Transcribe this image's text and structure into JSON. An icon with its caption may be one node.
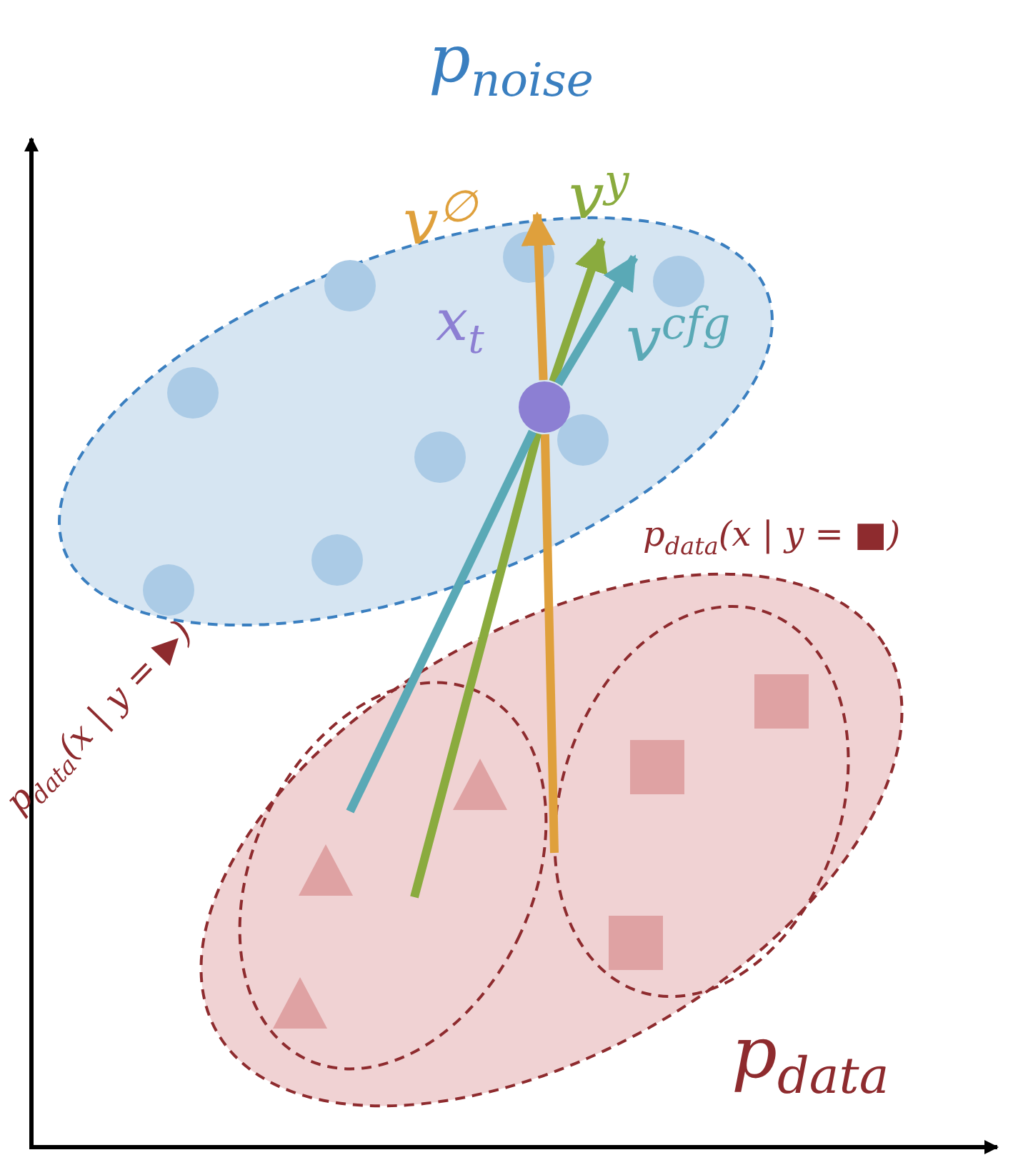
{
  "diagram": {
    "nodes": [
      {
        "text": [
          "p$_{noise}$"
        ]
      },
      {
        "text": [
          "x$_{t}$"
        ],
        "in": 0
      },
      {
        "text": [
          "p$_{data}$"
        ]
      },
      {
        "text": [
          "p$_{data}$(x | y = ■)"
        ],
        "in": 2
      },
      {
        "text": [
          "p$_{data}$(x | y = ▶)"
        ],
        "in": 2
      }
    ],
    "edges": [
      {
        "from": 1,
        "to": 0,
        "arrow": "to",
        "label": "v$^{∅}$",
        "color": "#dfa03c"
      },
      {
        "from": 1,
        "to": 0,
        "arrow": "to",
        "label": "v$^{y}$",
        "color": "#8aab3e"
      },
      {
        "from": 1,
        "to": 0,
        "arrow": "to",
        "label": "v$^{cfg}$",
        "color": "#5aa9b6"
      },
      {
        "from": 3,
        "to": 1,
        "arrow": "none",
        "color": "#dfa03c"
      },
      {
        "from": 4,
        "to": 1,
        "arrow": "none",
        "color": "#8aab3e"
      },
      {
        "from": 4,
        "to": 1,
        "arrow": "none",
        "color": "#5aa9b6"
      }
    ]
  }
}
